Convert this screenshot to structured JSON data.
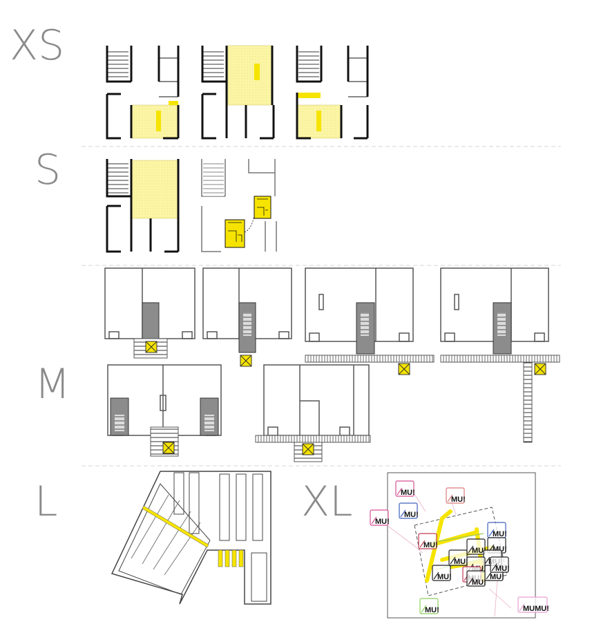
{
  "labels": {
    "xs": "XS",
    "s": "S",
    "m": "M",
    "l": "L",
    "xl": "XL"
  },
  "xl_map": {
    "tag_text": "MU!",
    "tag_double_text": "MUMU!",
    "tag_colors": [
      "#d94f93",
      "#3d5fbf",
      "#d97a7a",
      "#8ccf5f",
      "#c03a55",
      "#222222",
      "#e6a0d0"
    ]
  },
  "colors": {
    "highlight": "#fbf5a6",
    "accent": "#f6e400",
    "wall": "#111111",
    "core": "#8c8c8c",
    "divider": "#d6d6d6",
    "label": "#8a8a8a"
  }
}
